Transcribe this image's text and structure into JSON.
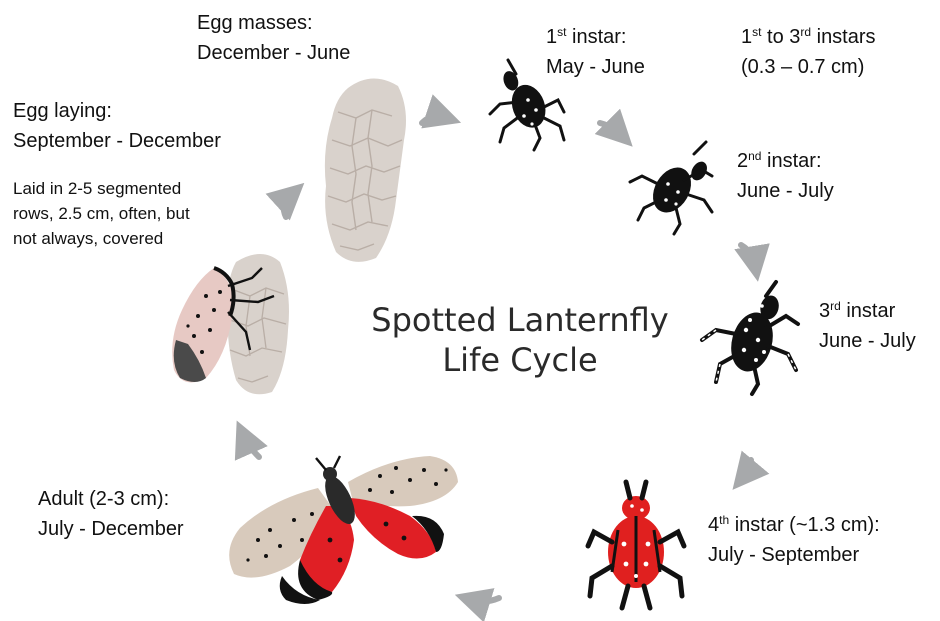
{
  "title": {
    "line1": "Spotted Lanternfly",
    "line2": "Life Cycle"
  },
  "stages": {
    "egg_masses": {
      "label": "Egg masses:",
      "period": "December - June"
    },
    "egg_laying": {
      "label": "Egg laying:",
      "period": "September - December",
      "note": [
        "Laid in 2-5 segmented",
        "rows, 2.5 cm, often, but",
        "not always, covered"
      ]
    },
    "instar1": {
      "ordinal": "1",
      "suffix": "st",
      "label": " instar:",
      "period": "May  - June"
    },
    "instars_1_3": {
      "from": "1",
      "from_suffix": "st",
      "middle": " to 3",
      "to_suffix": "rd",
      "label": " instars",
      "size": "(0.3 – 0.7 cm)"
    },
    "instar2": {
      "ordinal": "2",
      "suffix": "nd",
      "label": " instar:",
      "period": "June - July"
    },
    "instar3": {
      "ordinal": "3",
      "suffix": "rd",
      "label": " instar",
      "period": "June - July"
    },
    "instar4": {
      "ordinal": "4",
      "suffix": "th",
      "label": " instar (~1.3 cm):",
      "period": "July - September"
    },
    "adult": {
      "label": "Adult (2-3 cm):",
      "period": "July - December"
    }
  },
  "colors": {
    "text": "#111111",
    "title": "#2a2a2a",
    "arrow": "#a7a9ab",
    "egg_mass": "#d9d2cc",
    "nymph_black": "#111111",
    "nymph_red": "#e0201f",
    "adult_forewing": "#d8cabc",
    "adult_hindwing_red": "#e01f25"
  },
  "icons": [
    "egg-mass-icon",
    "nymph-icon",
    "adult-lanternfly-icon",
    "cycle-arrow-icon"
  ]
}
